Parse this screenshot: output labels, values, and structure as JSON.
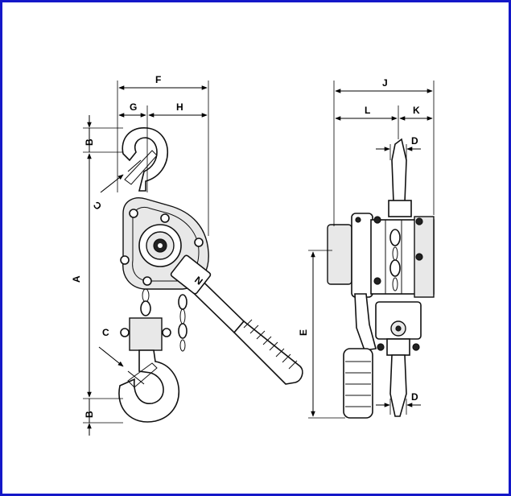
{
  "colors": {
    "frame_border": "#1418c8",
    "line": "#111111",
    "background": "#ffffff"
  },
  "labels": {
    "A": "A",
    "B_top": "B",
    "B_bottom": "B",
    "C_upper": "C",
    "C_lower": "C",
    "D_top": "D",
    "D_bottom": "D",
    "E": "E",
    "F": "F",
    "G": "G",
    "H": "H",
    "J": "J",
    "K": "K",
    "L": "L",
    "plate_mark": "N"
  }
}
